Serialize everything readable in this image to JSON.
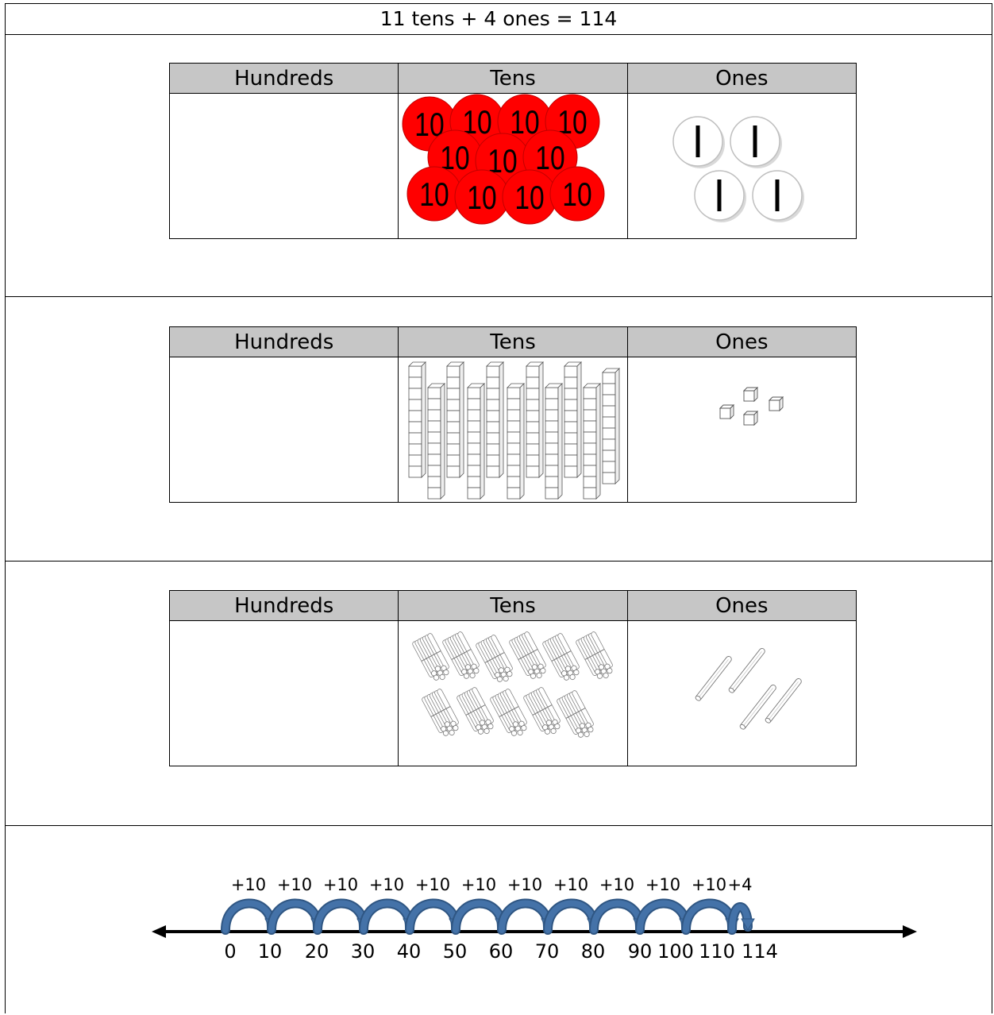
{
  "title": "11 tens + 4 ones = 114",
  "charts": [
    {
      "headers": [
        "Hundreds",
        "Tens",
        "Ones"
      ],
      "model": "place-value disks",
      "hundreds": 0,
      "tens": 11,
      "ones": 4,
      "tens_disk_label": "10",
      "ones_disk_label": "1"
    },
    {
      "headers": [
        "Hundreds",
        "Tens",
        "Ones"
      ],
      "model": "base-ten blocks",
      "hundreds": 0,
      "tens": 11,
      "ones": 4
    },
    {
      "headers": [
        "Hundreds",
        "Tens",
        "Ones"
      ],
      "model": "bundles of sticks",
      "hundreds": 0,
      "tens": 11,
      "ones": 4
    }
  ],
  "number_line": {
    "ticks": [
      "0",
      "10",
      "20",
      "30",
      "40",
      "50",
      "60",
      "70",
      "80",
      "90",
      "100",
      "110",
      "114"
    ],
    "jumps": [
      "+10",
      "+10",
      "+10",
      "+10",
      "+10",
      "+10",
      "+10",
      "+10",
      "+10",
      "+10",
      "+10",
      "+4"
    ],
    "arc_color": "#4472a8",
    "arc_edge_color": "#2f5683"
  },
  "colors": {
    "disk_red": "#ff0000",
    "header_gray": "#c6c6c6",
    "ones_disk": "#ffffff"
  }
}
